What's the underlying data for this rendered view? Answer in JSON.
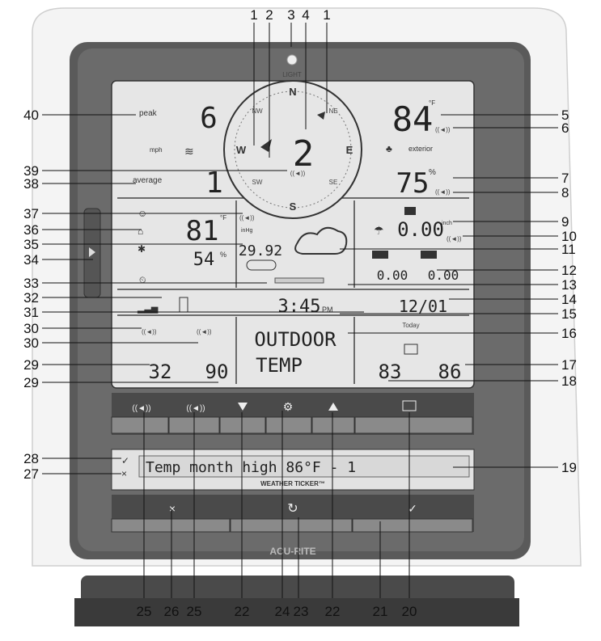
{
  "brand": "ACU-RITE",
  "light_label": "LIGHT",
  "callout_numbers_top": [
    "1",
    "2",
    "3",
    "4",
    "1"
  ],
  "callout_numbers_left": [
    "40",
    "39",
    "38",
    "37",
    "36",
    "35",
    "34",
    "33",
    "32",
    "31",
    "30",
    "30",
    "29",
    "29",
    "28",
    "27"
  ],
  "callout_numbers_right": [
    "5",
    "6",
    "7",
    "8",
    "9",
    "10",
    "11",
    "12",
    "13",
    "14",
    "15",
    "16",
    "17",
    "18",
    "19"
  ],
  "callout_numbers_bottom": [
    "25",
    "26",
    "25",
    "22",
    "24",
    "23",
    "22",
    "21",
    "20"
  ],
  "compass": {
    "n": "N",
    "s": "S",
    "e": "E",
    "w": "W",
    "nw": "NW",
    "ne": "NE",
    "sw": "SW",
    "se": "SE",
    "direction_value": "2"
  },
  "wind": {
    "peak_label": "peak",
    "peak_value": "6",
    "speed_unit": "mph",
    "average_label": "average",
    "average_value": "1"
  },
  "exterior": {
    "temp": "84",
    "temp_unit": "°F",
    "label": "exterior",
    "humidity": "75",
    "humidity_unit": "%"
  },
  "rain": {
    "rate": "0.00",
    "rate_unit": "inch",
    "total1": "0.00",
    "total2": "0.00"
  },
  "indoor": {
    "temp": "81",
    "temp_unit": "°F",
    "humidity": "54",
    "humidity_unit": "%",
    "pressure": "29.92",
    "pressure_unit": "inHg"
  },
  "clock": {
    "time": "3:45",
    "ampm": "PM",
    "date": "12/01"
  },
  "outdoor_block": {
    "line1": "OUTDOOR",
    "line2": "TEMP",
    "low": "32",
    "high": "90"
  },
  "today": {
    "label": "Today",
    "low": "83",
    "high": "86"
  },
  "ticker": {
    "text": "Temp month high 86°F - 1",
    "label": "WEATHER TICKER™"
  },
  "button_icons": [
    "alarm-icon",
    "alarm-icon",
    "down-arrow-icon",
    "settings-icon",
    "up-arrow-icon",
    "screen-icon"
  ],
  "bottom_button_glyphs": {
    "cancel": "×",
    "refresh": "↻",
    "confirm": "✓"
  }
}
